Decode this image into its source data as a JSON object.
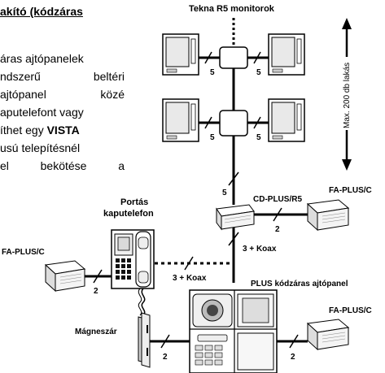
{
  "article": {
    "title": "akító (kódzáras",
    "lines": [
      {
        "text": "áras ajtópanelek"
      },
      {
        "a": "ndszerű",
        "b": "beltéri"
      },
      {
        "a": "ajtópanel",
        "b": "közé"
      },
      {
        "text": "aputelefont vagy"
      },
      {
        "pre": "íthet egy ",
        "bold": "VISTA"
      },
      {
        "text": "usú telepítésnél"
      },
      {
        "a": "el",
        "b": "bekötése",
        "c": "a"
      }
    ]
  },
  "diagram": {
    "monitors_label": "Tekna R5 monitorok",
    "max_label": "Max. 200 db lakás",
    "cd_plus_label": "CD-PLUS/R5",
    "fa_plus_label": "FA-PLUS/C",
    "porter_label_line1": "Portás",
    "porter_label_line2": "kaputelefon",
    "plus_panel_label": "PLUS kódzáras ajtópanel",
    "lock_label": "Mágneszár",
    "wires": {
      "monitor": "5",
      "bus": "5",
      "cd_to_fa": "2",
      "coax": "3 + Koax",
      "fa_left": "2",
      "lock": "2",
      "fa_right_bottom": "2"
    }
  }
}
